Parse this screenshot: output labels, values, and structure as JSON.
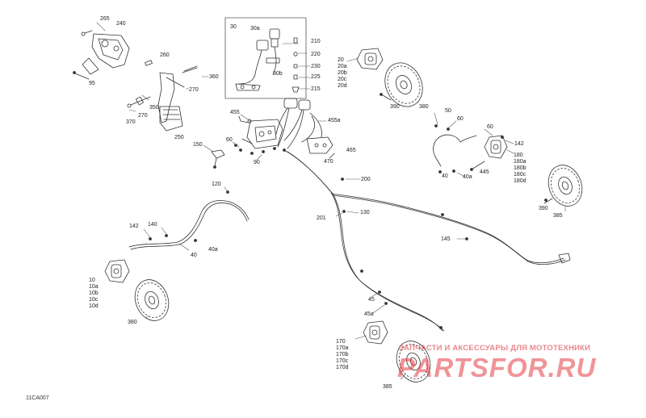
{
  "diagram": {
    "code": "11CA007",
    "labels": {
      "l265": "265",
      "l240": "240",
      "l95": "95",
      "l260": "260",
      "l360": "360",
      "l270a": "270",
      "l350": "350",
      "l370": "370",
      "l270b": "270",
      "l250": "250",
      "l30": "30",
      "l30a": "30a",
      "l30b": "30b",
      "l210": "210",
      "l220": "220",
      "l230": "230",
      "l225": "225",
      "l215": "215",
      "l455": "455",
      "l455a": "455a",
      "l465": "465",
      "l470": "470",
      "l150": "150",
      "l60a": "60",
      "l90": "90",
      "l390a": "390",
      "l380a": "380",
      "l50": "50",
      "l60b": "60",
      "l60c": "60",
      "l142a": "142",
      "l40a": "40",
      "l40ab": "40a",
      "l445": "445",
      "l390b": "390",
      "l385a": "385",
      "l120": "120",
      "l200": "200",
      "l201": "201",
      "l130": "130",
      "l142b": "142",
      "l140": "140",
      "l145": "145",
      "l40b": "40",
      "l40ac": "40a",
      "l45": "45",
      "l45a": "45a",
      "l380b": "380",
      "l385b": "385"
    },
    "stacks": {
      "s20": [
        "20",
        "20a",
        "20b",
        "20c",
        "20d"
      ],
      "s180": [
        "180",
        "180a",
        "180b",
        "180c",
        "180d"
      ],
      "s10": [
        "10",
        "10a",
        "10b",
        "10c",
        "10d"
      ],
      "s170": [
        "170",
        "170a",
        "170b",
        "170c",
        "170d"
      ]
    }
  },
  "watermark": {
    "tagline": "ЗАПЧАСТИ И АКСЕССУАРЫ ДЛЯ МОТОТЕХНИКИ",
    "logo": "PARTSFOR.RU"
  }
}
